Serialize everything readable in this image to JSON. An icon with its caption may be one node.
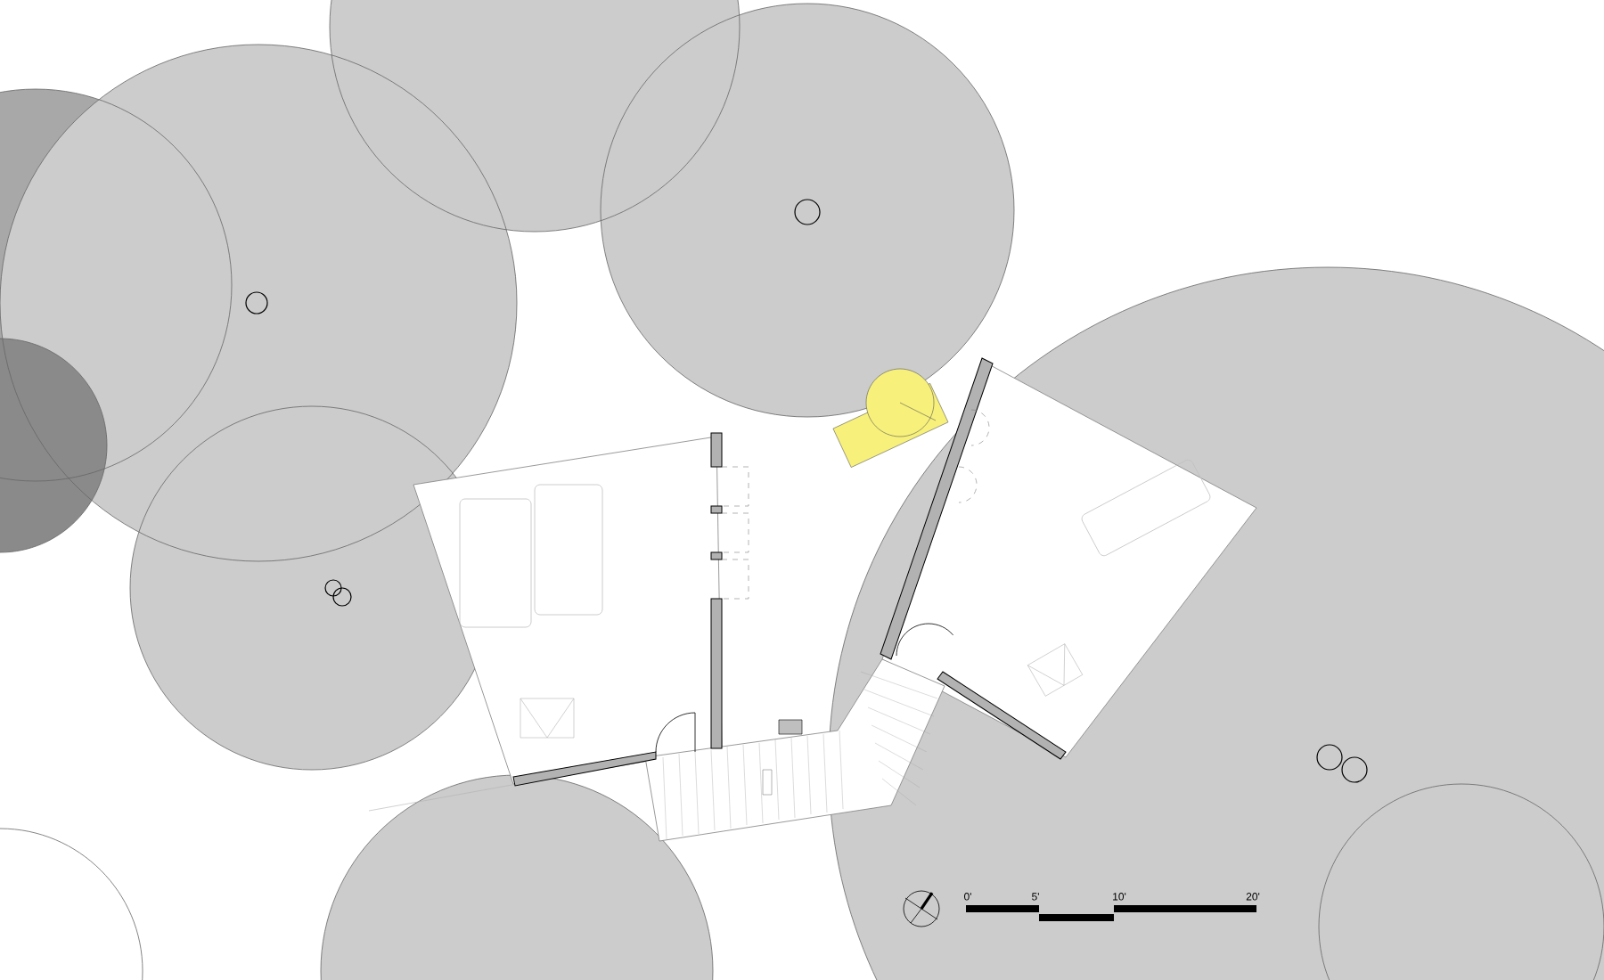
{
  "diagram": {
    "labels": [
      "0'",
      "5'",
      "10'",
      "20'"
    ]
  }
}
